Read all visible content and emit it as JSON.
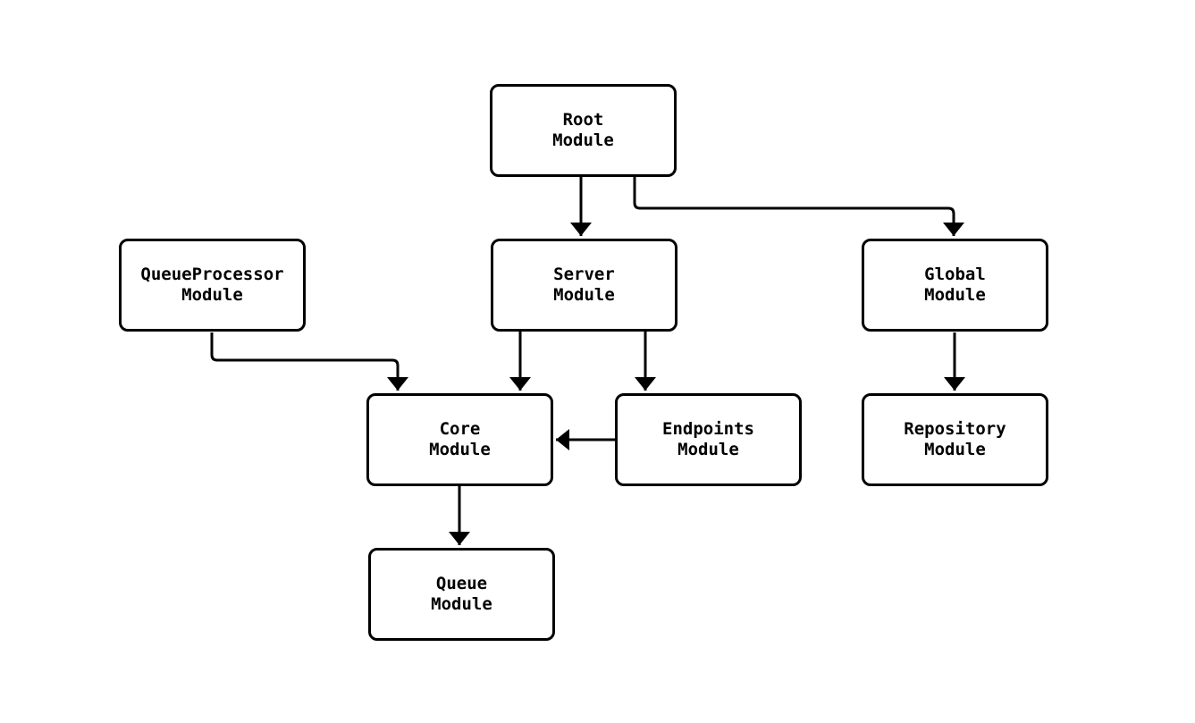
{
  "diagram": {
    "type": "module-dependency-graph",
    "background_color": "#ffffff",
    "stroke_color": "#000000",
    "node_fill_color": "#ffffff",
    "nodes": [
      {
        "id": "root",
        "line1": "Root",
        "line2": "Module"
      },
      {
        "id": "queueprocessor",
        "line1": "QueueProcessor",
        "line2": "Module"
      },
      {
        "id": "server",
        "line1": "Server",
        "line2": "Module"
      },
      {
        "id": "global",
        "line1": "Global",
        "line2": "Module"
      },
      {
        "id": "core",
        "line1": "Core",
        "line2": "Module"
      },
      {
        "id": "endpoints",
        "line1": "Endpoints",
        "line2": "Module"
      },
      {
        "id": "repository",
        "line1": "Repository",
        "line2": "Module"
      },
      {
        "id": "queue",
        "line1": "Queue",
        "line2": "Module"
      }
    ],
    "edges": [
      {
        "from": "root",
        "to": "server"
      },
      {
        "from": "root",
        "to": "global"
      },
      {
        "from": "queueprocessor",
        "to": "core"
      },
      {
        "from": "server",
        "to": "core"
      },
      {
        "from": "server",
        "to": "endpoints"
      },
      {
        "from": "endpoints",
        "to": "core"
      },
      {
        "from": "global",
        "to": "repository"
      },
      {
        "from": "core",
        "to": "queue"
      }
    ]
  }
}
